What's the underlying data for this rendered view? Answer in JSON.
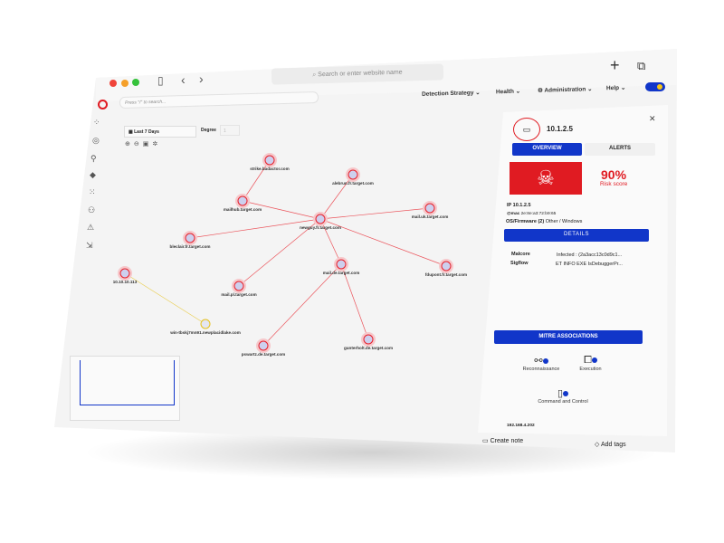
{
  "browser": {
    "url_placeholder": "Search or enter website name"
  },
  "topnav": {
    "items": [
      {
        "label": "Detection Strategy"
      },
      {
        "label": "Health"
      },
      {
        "label": "Administration"
      },
      {
        "label": "Help"
      }
    ],
    "search_placeholder": "Press \"/\" to search..."
  },
  "toolbar": {
    "time_range": "Last 7 Days",
    "degree_label": "Degree",
    "degree_value": "1"
  },
  "graph": {
    "nodes": [
      {
        "label": "strike.badactor.com"
      },
      {
        "label": "alebrun.fr.target.com"
      },
      {
        "label": "mailhub.target.com"
      },
      {
        "label": "newguy.fr.target.com"
      },
      {
        "label": "mail.uk.target.com"
      },
      {
        "label": "bleclair.fr.target.com"
      },
      {
        "label": "10.10.10.113"
      },
      {
        "label": "mail.pl.target.com"
      },
      {
        "label": "mail.de.target.com"
      },
      {
        "label": "fdupont.fr.target.com"
      },
      {
        "label": "win-tbskj7mn91.newplacidlake.com"
      },
      {
        "label": "pswartz.de.target.com"
      },
      {
        "label": "gunterholt.de.target.com"
      }
    ],
    "colors": {
      "edge": "#e8202a",
      "yellow": "#e6c21d"
    }
  },
  "panel": {
    "ip_title": "10.1.2.5",
    "tabs": [
      "OVERVIEW",
      "ALERTS"
    ],
    "risk_value": "90%",
    "risk_label": "Risk score",
    "ip_label": "IP",
    "ip_value": "10.1.2.5",
    "mac_label": "@mac",
    "mac_value": "2e:8e:a3:72:b9:65",
    "os_label": "OS/Firmware (2)",
    "os_value": "Other / Windows",
    "details_title": "DETAILS",
    "details": [
      {
        "key": "Malcore",
        "value": "Infected : (2a3acc13c0d9c1..."
      },
      {
        "key": "Sigflow",
        "value": "ET INFO EXE IsDebuggerPr..."
      }
    ],
    "mitre_title": "MITRE ASSOCIATIONS",
    "mitre": [
      {
        "label": "Reconnaissance",
        "count": "1"
      },
      {
        "label": "Execution",
        "count": "1"
      },
      {
        "label": "Command and Control",
        "count": "2"
      }
    ],
    "footer_ip": "192.168.4.202",
    "create_note": "Create note",
    "add_tags": "Add tags",
    "colors": {
      "brand_blue": "#1136c9",
      "risk_red": "#e01b22"
    }
  }
}
